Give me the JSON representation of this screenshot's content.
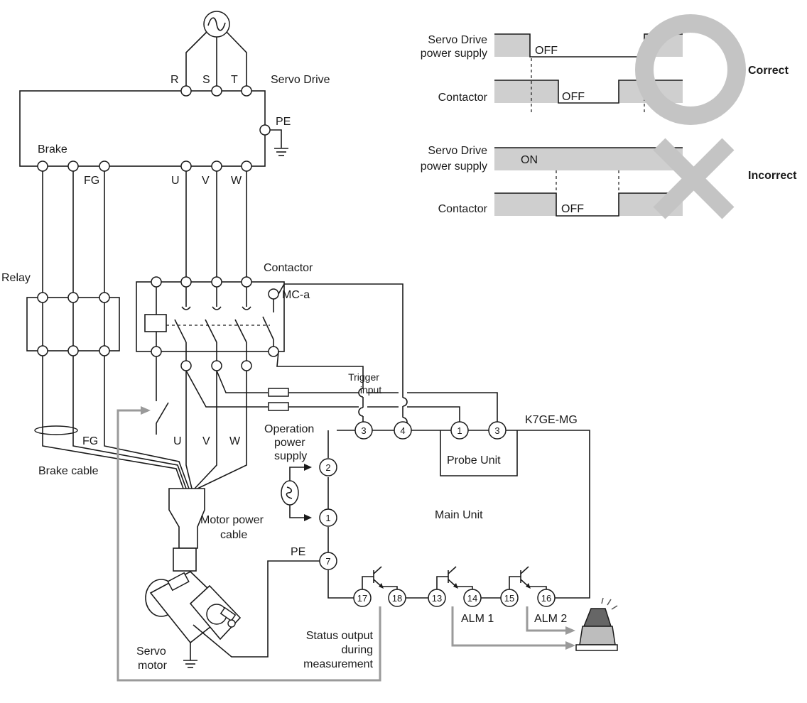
{
  "drive": {
    "title": "Servo Drive",
    "terminals": {
      "r": "R",
      "s": "S",
      "t": "T",
      "pe": "PE",
      "brake": "Brake",
      "fg": "FG",
      "u": "U",
      "v": "V",
      "w": "W"
    }
  },
  "relay": {
    "label": "Relay"
  },
  "contactor": {
    "label": "Contactor",
    "aux": "MC-a"
  },
  "trigger": {
    "line1": "Trigger",
    "line2": "input"
  },
  "cables": {
    "fg": "FG",
    "u": "U",
    "v": "V",
    "w": "W",
    "brake_cable": "Brake cable",
    "motor_power_line1": "Motor power",
    "motor_power_line2": "cable"
  },
  "motor": {
    "line1": "Servo",
    "line2": "motor",
    "pe": "PE"
  },
  "k7ge": {
    "model": "K7GE-MG",
    "probe_unit": "Probe Unit",
    "main_unit": "Main Unit",
    "op_supply_1": "Operation",
    "op_supply_2": "power",
    "op_supply_3": "supply",
    "terminals": [
      "3",
      "4",
      "1",
      "3",
      "2",
      "1",
      "7",
      "17",
      "18",
      "13",
      "14",
      "15",
      "16"
    ],
    "alm1": "ALM 1",
    "alm2": "ALM 2",
    "status_1": "Status output",
    "status_2": "during",
    "status_3": "measurement"
  },
  "timing": {
    "correct": {
      "verdict": "Correct",
      "row1_line1": "Servo Drive",
      "row1_line2": "power supply",
      "row1_state": "OFF",
      "row2_label": "Contactor",
      "row2_state": "OFF"
    },
    "incorrect": {
      "verdict": "Incorrect",
      "row1_line1": "Servo Drive",
      "row1_line2": "power supply",
      "row1_state": "ON",
      "row2_label": "Contactor",
      "row2_state": "OFF"
    }
  },
  "colors": {
    "line": "#1a1a1a",
    "signal": "#9a9a9a",
    "fill": "#cfcfcf",
    "mark": "#c4c4c4"
  }
}
